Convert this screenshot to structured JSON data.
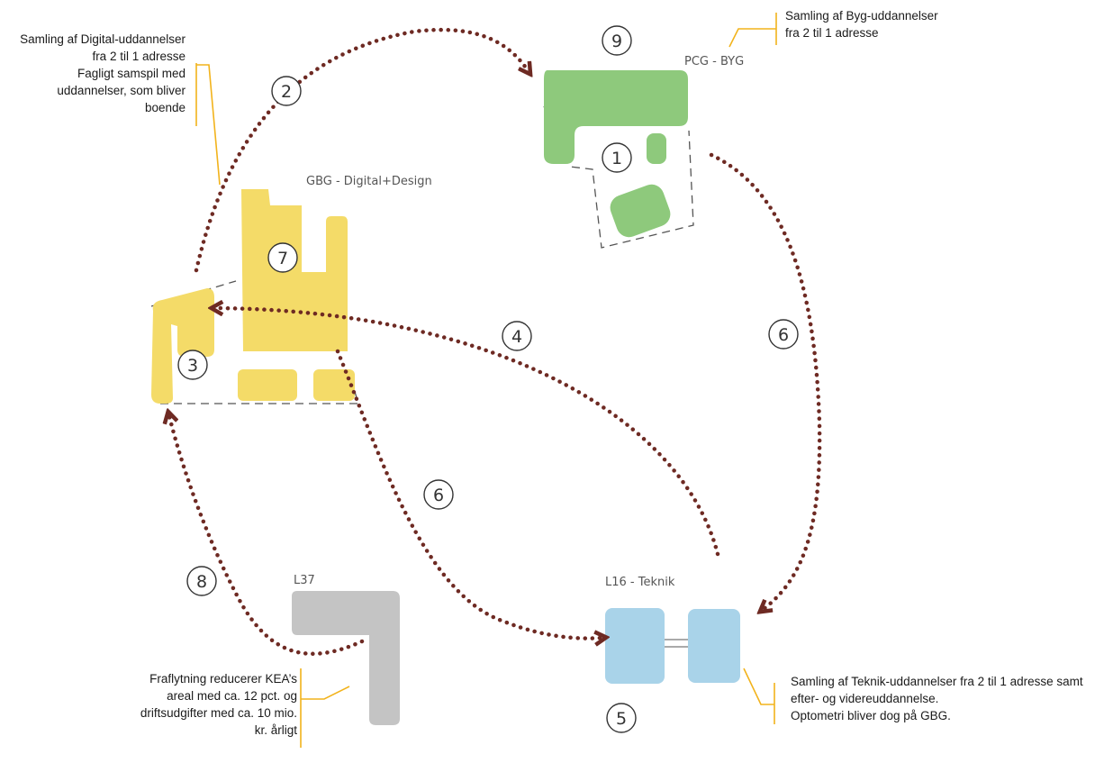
{
  "colors": {
    "green": "#8ec97c",
    "yellow": "#f4db68",
    "blue": "#a9d3e9",
    "gray": "#c4c4c4",
    "arrow": "#6e2a23",
    "leader": "#f2b31c",
    "dash": "#555555"
  },
  "buildings": {
    "pcg": "PCG - BYG",
    "gbg": "GBG - Digital+Design",
    "l37": "L37",
    "l16": "L16 - Teknik"
  },
  "steps": [
    "1",
    "2",
    "3",
    "4",
    "5",
    "6",
    "6",
    "7",
    "8",
    "9"
  ],
  "annotations": {
    "digital": [
      "Samling af Digital-uddannelser",
      "fra 2 til 1 adresse",
      "Fagligt samspil med",
      "uddannelser, som bliver",
      "boende"
    ],
    "byg": [
      "Samling af Byg-uddannelser",
      "fra 2 til 1 adresse"
    ],
    "l37": [
      "Fraflytning reducerer KEA’s",
      "areal med ca. 12 pct. og",
      "driftsudgifter med ca. 10 mio.",
      "kr. årligt"
    ],
    "teknik": [
      "Samling af Teknik-uddannelser fra 2 til 1 adresse samt",
      "efter- og videreuddannelse.",
      "Optometri bliver dog på GBG."
    ]
  }
}
